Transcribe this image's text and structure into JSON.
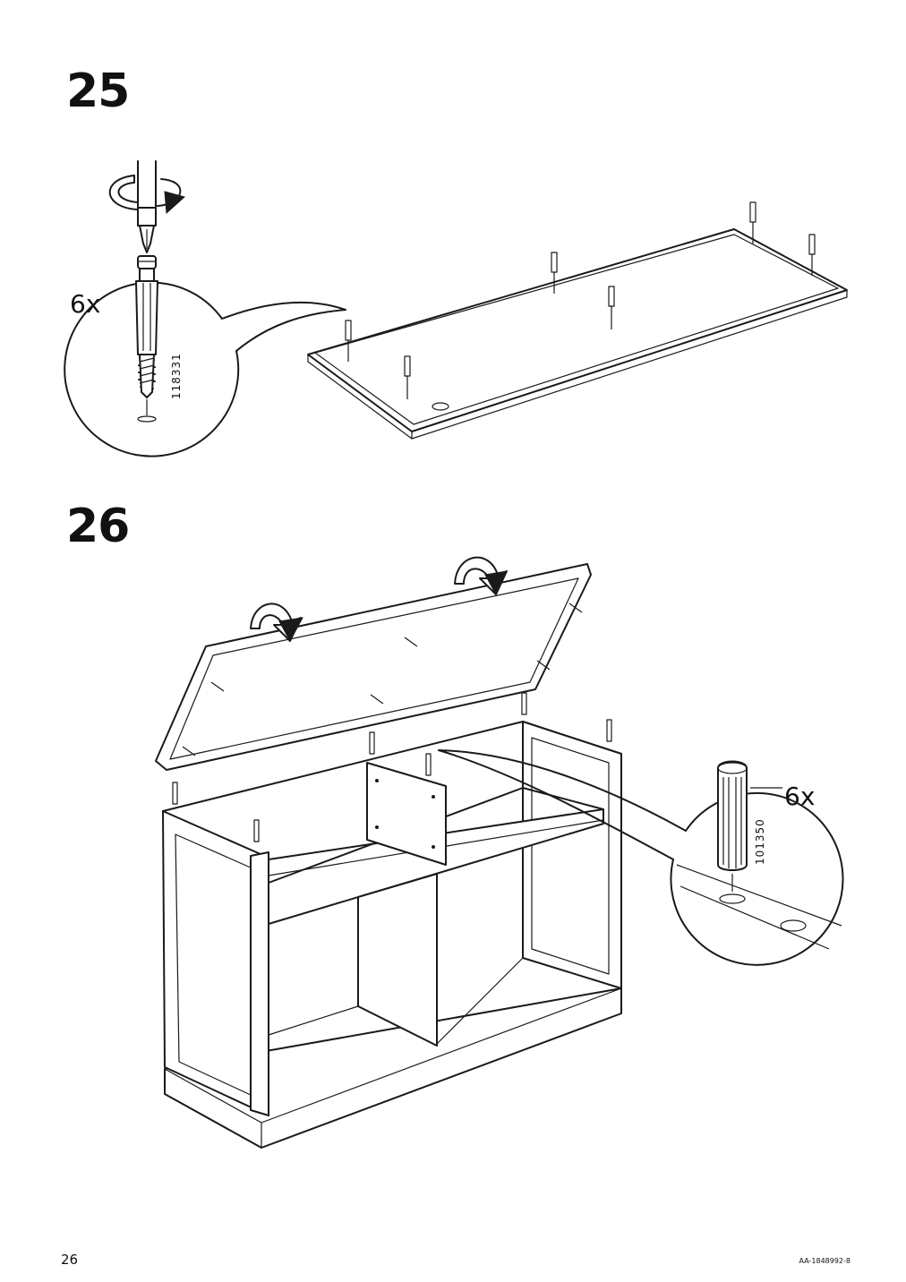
{
  "steps": [
    {
      "number": "25",
      "quantity": "6x",
      "part_number": "118331"
    },
    {
      "number": "26",
      "quantity": "6x",
      "part_number": "101350"
    }
  ],
  "footer": {
    "page": "26",
    "doc_code": "AA-1848992-8"
  }
}
